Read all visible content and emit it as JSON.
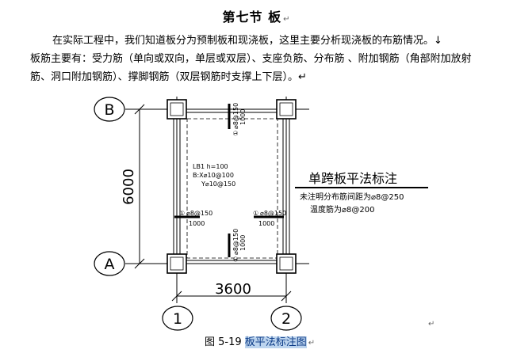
{
  "heading": {
    "text": "第七节  板",
    "mark": "↵"
  },
  "paragraph1": {
    "text": "在实际工程中，我们知道板分为预制板和现浇板，这里主要分析现浇板的布筋情况。↓"
  },
  "paragraph2": {
    "text": "板筋主要有：受力筋（单向或双向，单层或双层）、支座负筋、分布筋 、附加钢筋（角部附加放射筋、洞口附加钢筋）、撑脚钢筋（双层钢筋时支撑上下层）。↵"
  },
  "drawing": {
    "axis_b": "B",
    "axis_a": "A",
    "axis_1": "1",
    "axis_2": "2",
    "dim_vertical": "6000",
    "dim_horizontal": "3600",
    "slab_label": "LB1  h=100",
    "slab_bottom_x": "B:X⌀10@100",
    "slab_bottom_y": "Y⌀10@150",
    "top_rebar_mark": "①",
    "top_rebar_spec": "⌀8@150",
    "top_rebar_len": "1000",
    "left_rebar_mark": "①",
    "left_rebar_spec": "⌀8@150",
    "left_rebar_len": "1000",
    "right_rebar_mark": "①",
    "right_rebar_spec": "⌀8@150",
    "right_rebar_len": "1000",
    "bottom_rebar_mark": "①",
    "bottom_rebar_spec": "⌀8@150",
    "bottom_rebar_len": "1000",
    "legend_title": "单跨板平法标注",
    "legend_line1": "未注明分布筋间距为⌀8@250",
    "legend_line2": "温度筋为⌀8@200"
  },
  "caption": {
    "prefix": "图 5-19 ",
    "highlighted": "板平法标注图",
    "mark": "↵"
  },
  "return_mark": "↵"
}
